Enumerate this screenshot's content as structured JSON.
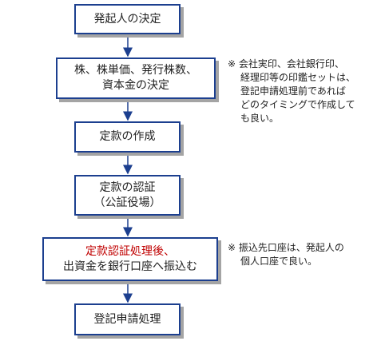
{
  "steps": [
    {
      "lines": [
        "発起人の決定"
      ],
      "highlight": false
    },
    {
      "lines": [
        "株、株単価、発行株数、",
        "資本金の決定"
      ],
      "highlight": false
    },
    {
      "lines": [
        "定款の作成"
      ],
      "highlight": false
    },
    {
      "lines": [
        "定款の認証",
        "（公証役場）"
      ],
      "highlight": false
    },
    {
      "lines": [
        "定款認証処理後、",
        "出資金を銀行口座へ振込む"
      ],
      "highlight": true
    },
    {
      "lines": [
        "登記申請処理"
      ],
      "highlight": false
    }
  ],
  "notes": [
    {
      "lines": [
        "※ 会社実印、会社銀行印、",
        "経理印等の印鑑セットは、",
        "登記申請処理前であれば",
        "どのタイミングで作成して",
        "も良い。"
      ]
    },
    {
      "lines": [
        "※ 振込先口座は、発起人の",
        "個人口座で良い。"
      ]
    }
  ],
  "colors": {
    "border": "#1c3f8f",
    "highlight_text": "#c00000",
    "arrow": "#1c3f8f"
  }
}
